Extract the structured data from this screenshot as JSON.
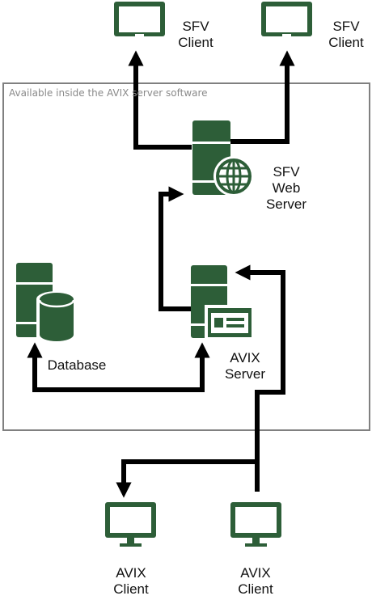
{
  "boundary": {
    "label": "Available inside the AVIX server software"
  },
  "nodes": {
    "sfv_client_left": {
      "line1": "SFV",
      "line2": "Client"
    },
    "sfv_client_right": {
      "line1": "SFV",
      "line2": "Client"
    },
    "sfv_web_server": {
      "line1": "SFV",
      "line2": "Web",
      "line3": "Server"
    },
    "database": {
      "line1": "Database"
    },
    "avix_server": {
      "line1": "AVIX",
      "line2": "Server"
    },
    "avix_client_left": {
      "line1": "AVIX",
      "line2": "Client"
    },
    "avix_client_right": {
      "line1": "AVIX",
      "line2": "Client"
    }
  },
  "icons": {
    "monitor": "monitor-icon",
    "server": "server-icon",
    "globe": "globe-icon",
    "database": "database-cylinder-icon",
    "card": "id-card-icon"
  },
  "colors": {
    "icon_green": "#2d5e38",
    "arrow": "#000000",
    "boundary": "#808080"
  }
}
